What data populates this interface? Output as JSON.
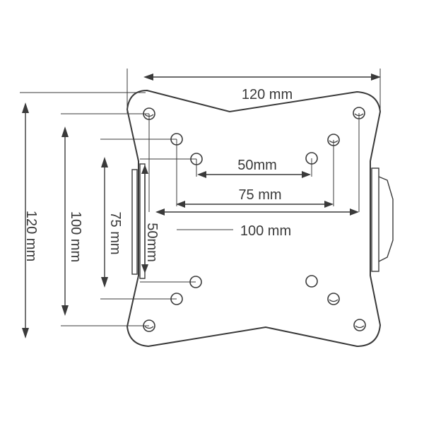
{
  "dimensions": {
    "top_120": "120 mm",
    "left_120": "120 mm",
    "left_100": "100 mm",
    "left_75": "75 mm",
    "left_50": "50mm",
    "mid_50": "50mm",
    "mid_75": "75 mm",
    "mid_100": "100 mm"
  }
}
